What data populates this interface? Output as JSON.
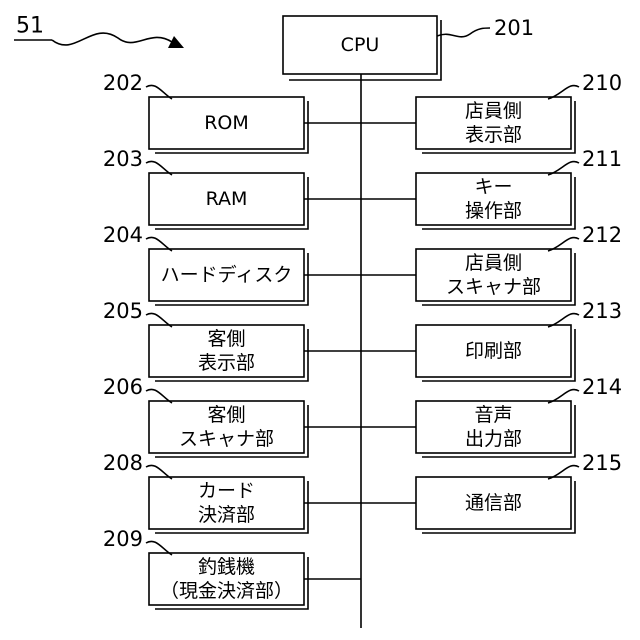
{
  "figure_ref": "51",
  "cpu": {
    "label": "CPU",
    "ref": "201"
  },
  "left_blocks": [
    {
      "ref": "202",
      "lines": [
        "ROM"
      ]
    },
    {
      "ref": "203",
      "lines": [
        "RAM"
      ]
    },
    {
      "ref": "204",
      "lines": [
        "ハードディスク"
      ]
    },
    {
      "ref": "205",
      "lines": [
        "客側",
        "表示部"
      ]
    },
    {
      "ref": "206",
      "lines": [
        "客側",
        "スキャナ部"
      ]
    },
    {
      "ref": "208",
      "lines": [
        "カード",
        "決済部"
      ]
    },
    {
      "ref": "209",
      "lines": [
        "釣銭機",
        "（現金決済部）"
      ]
    }
  ],
  "right_blocks": [
    {
      "ref": "210",
      "lines": [
        "店員側",
        "表示部"
      ]
    },
    {
      "ref": "211",
      "lines": [
        "キー",
        "操作部"
      ]
    },
    {
      "ref": "212",
      "lines": [
        "店員側",
        "スキャナ部"
      ]
    },
    {
      "ref": "213",
      "lines": [
        "印刷部"
      ]
    },
    {
      "ref": "214",
      "lines": [
        "音声",
        "出力部"
      ]
    },
    {
      "ref": "215",
      "lines": [
        "通信部"
      ]
    }
  ]
}
